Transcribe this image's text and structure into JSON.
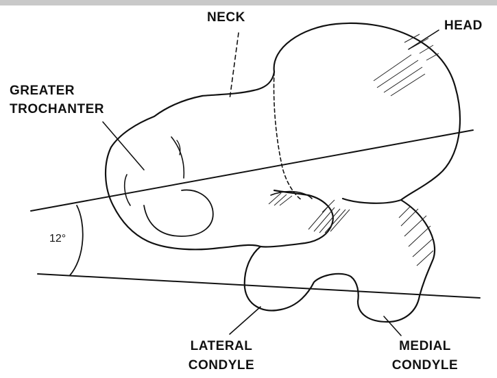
{
  "labels": {
    "neck": "NECK",
    "head": "HEAD",
    "greater_trochanter_line1": "GREATER",
    "greater_trochanter_line2": "TROCHANTER",
    "lateral_condyle_line1": "LATERAL",
    "lateral_condyle_line2": "CONDYLE",
    "medial_condyle_line1": "MEDIAL",
    "medial_condyle_line2": "CONDYLE",
    "angle": "12°"
  }
}
